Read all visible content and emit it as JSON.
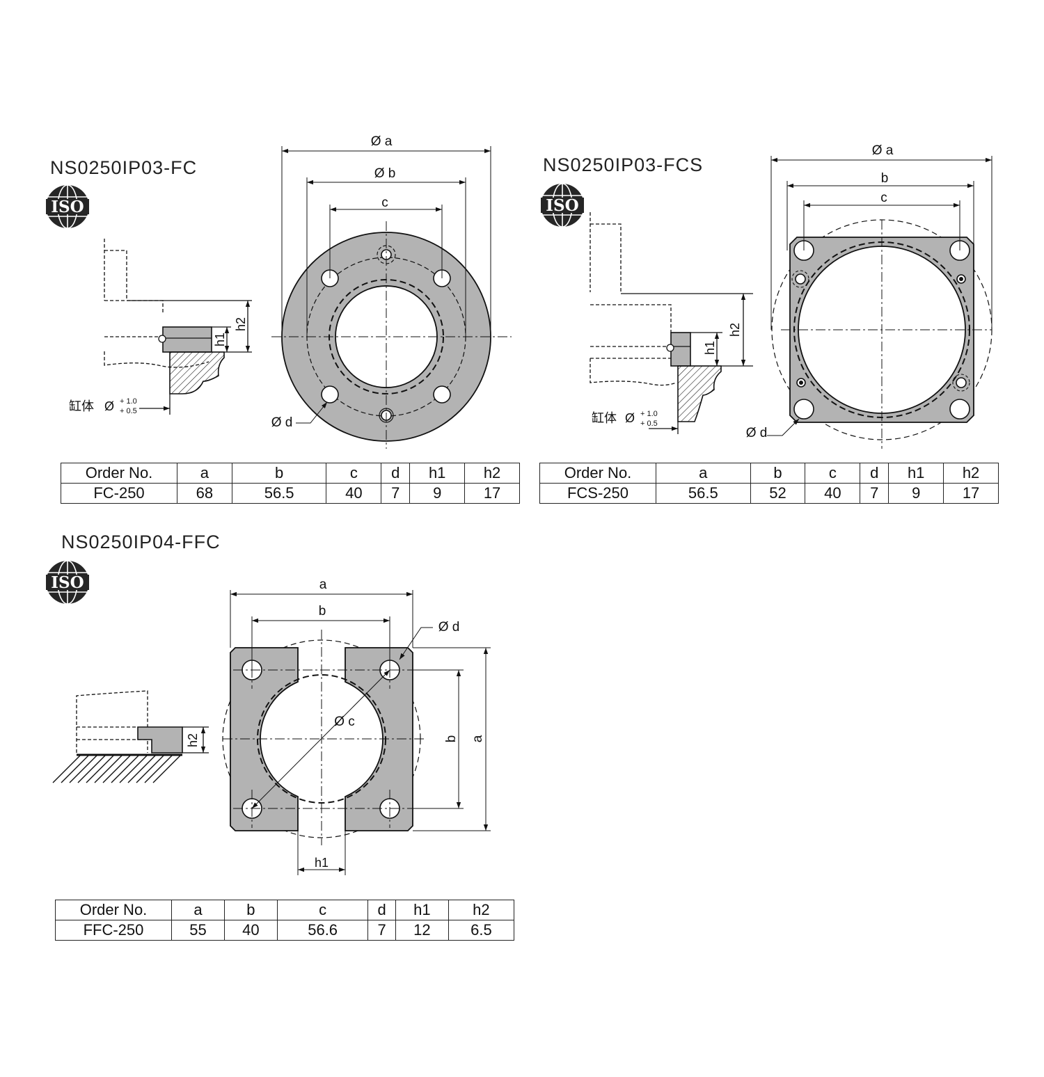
{
  "fc": {
    "title": "NS0250IP03-FC",
    "logo_text": "ISO",
    "note_label": "缸体",
    "note_sym": "Ø",
    "tol_plus": "+ 1.0",
    "tol_minus": "+ 0.5",
    "dims": {
      "a": "Ø a",
      "b": "Ø b",
      "c": "c",
      "d": "Ø d",
      "h1": "h1",
      "h2": "h2"
    },
    "headers": [
      "Order No.",
      "a",
      "b",
      "c",
      "d",
      "h1",
      "h2"
    ],
    "row": [
      "FC-250",
      "68",
      "56.5",
      "40",
      "7",
      "9",
      "17"
    ]
  },
  "fcs": {
    "title": "NS0250IP03-FCS",
    "logo_text": "ISO",
    "note_label": "缸体",
    "note_sym": "Ø",
    "tol_plus": "+ 1.0",
    "tol_minus": "+ 0.5",
    "dims": {
      "a": "Ø a",
      "b": "b",
      "c": "c",
      "d": "Ø d",
      "h1": "h1",
      "h2": "h2"
    },
    "headers": [
      "Order No.",
      "a",
      "b",
      "c",
      "d",
      "h1",
      "h2"
    ],
    "row": [
      "FCS-250",
      "56.5",
      "52",
      "40",
      "7",
      "9",
      "17"
    ]
  },
  "ffc": {
    "title": "NS0250IP04-FFC",
    "logo_text": "ISO",
    "dims": {
      "a": "a",
      "b": "b",
      "c": "Ø c",
      "d": "Ø d",
      "h1": "h1",
      "h2": "h2",
      "a_v": "a",
      "b_v": "b"
    },
    "headers": [
      "Order No.",
      "a",
      "b",
      "c",
      "d",
      "h1",
      "h2"
    ],
    "row": [
      "FFC-250",
      "55",
      "40",
      "56.6",
      "7",
      "12",
      "6.5"
    ]
  },
  "colors": {
    "part_fill": "#b3b3b3",
    "line": "#1a1a1a",
    "logo": "#262626"
  }
}
